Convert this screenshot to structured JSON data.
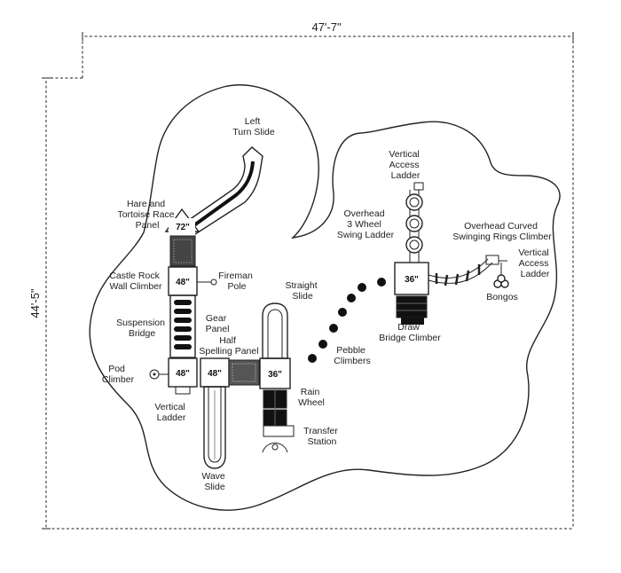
{
  "dimensions": {
    "width": "47'-7\"",
    "height": "44'-5\""
  },
  "decks": [
    "72\"",
    "48\"",
    "48\"",
    "48\"",
    "36\"",
    "36\""
  ],
  "labels": {
    "left_turn_slide": [
      "Left",
      "Turn Slide"
    ],
    "hare_tortoise": [
      "Hare and",
      "Tortoise Race",
      "Panel"
    ],
    "castle_rock": [
      "Castle Rock",
      "Wall Climber"
    ],
    "fireman_pole": [
      "Fireman",
      "Pole"
    ],
    "suspension_bridge": [
      "Suspension",
      "Bridge"
    ],
    "gear_panel": [
      "Gear",
      "Panel"
    ],
    "half_spelling": [
      "Half",
      "Spelling Panel"
    ],
    "straight_slide": [
      "Straight",
      "Slide"
    ],
    "pod_climber": [
      "Pod",
      "Climber"
    ],
    "vertical_ladder": [
      "Vertical",
      "Ladder"
    ],
    "wave_slide": [
      "Wave",
      "Slide"
    ],
    "rain_wheel": [
      "Rain",
      "Wheel"
    ],
    "transfer_station": [
      "Transfer",
      "Station"
    ],
    "pebble_climbers": [
      "Pebble",
      "Climbers"
    ],
    "vertical_access_top": [
      "Vertical",
      "Access",
      "Ladder"
    ],
    "overhead_swing": [
      "Overhead",
      "3 Wheel",
      "Swing Ladder"
    ],
    "overhead_rings": [
      "Overhead Curved",
      "Swinging Rings Climber"
    ],
    "vertical_access_right": [
      "Vertical",
      "Access",
      "Ladder"
    ],
    "bongos": [
      "Bongos"
    ],
    "draw_bridge": [
      "Draw",
      "Bridge Climber"
    ]
  }
}
